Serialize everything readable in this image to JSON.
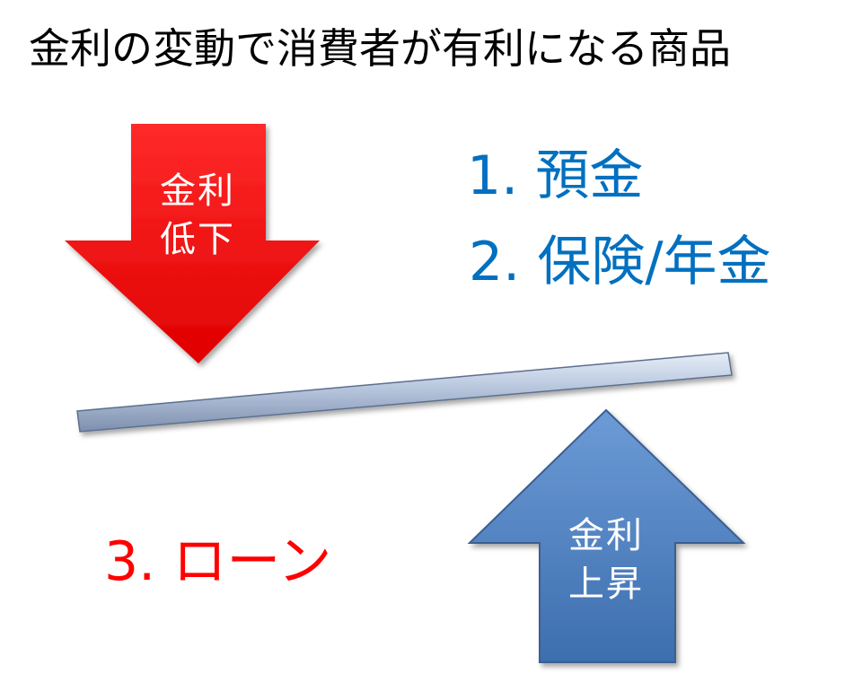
{
  "title": "金利の変動で消費者が有利になる商品",
  "down_arrow": {
    "line1": "金利",
    "line2": "低下",
    "color": "#ff0000"
  },
  "up_arrow": {
    "line1": "金利",
    "line2": "上昇",
    "color": "#4f81bd"
  },
  "items": [
    {
      "label": "1. 預金",
      "color": "#0070c0"
    },
    {
      "label": "2. 保険/年金",
      "color": "#0070c0"
    },
    {
      "label": "3. ローン",
      "color": "#ff0000"
    }
  ]
}
